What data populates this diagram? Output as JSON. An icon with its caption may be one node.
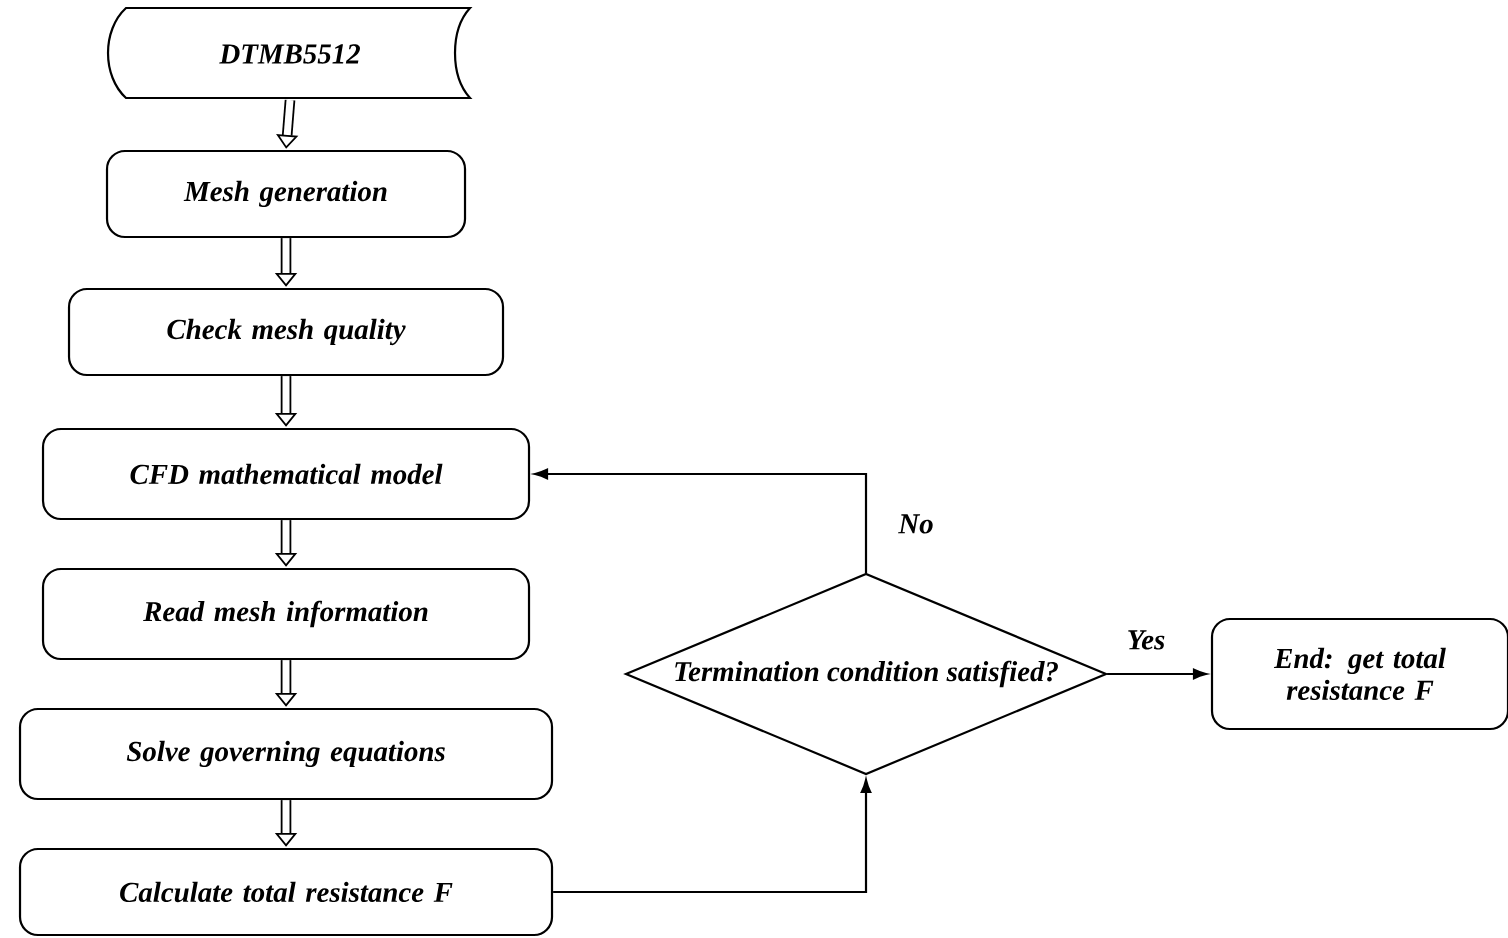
{
  "diagram": {
    "nodes": [
      {
        "text": [
          "DTMB5512"
        ]
      },
      {
        "text": [
          "Mesh generation"
        ]
      },
      {
        "text": [
          "Check mesh quality"
        ]
      },
      {
        "text": [
          "CFD mathematical model"
        ]
      },
      {
        "text": [
          "Read mesh information"
        ]
      },
      {
        "text": [
          "Solve governing equations"
        ]
      },
      {
        "text": [
          "Calculate total resistance F"
        ]
      },
      {
        "text": [
          "Termination condition satisfied?"
        ]
      },
      {
        "text": [
          "End: get total resistance F"
        ]
      }
    ],
    "edges": [
      {
        "from": 0,
        "to": 1,
        "arrow": "to"
      },
      {
        "from": 1,
        "to": 2,
        "arrow": "to"
      },
      {
        "from": 2,
        "to": 3,
        "arrow": "to"
      },
      {
        "from": 3,
        "to": 4,
        "arrow": "to"
      },
      {
        "from": 4,
        "to": 5,
        "arrow": "to"
      },
      {
        "from": 5,
        "to": 6,
        "arrow": "to"
      },
      {
        "from": 6,
        "to": 7,
        "arrow": "to"
      },
      {
        "from": 7,
        "to": 3,
        "arrow": "to",
        "label": "No"
      },
      {
        "from": 7,
        "to": 8,
        "arrow": "to",
        "label": "Yes"
      }
    ]
  }
}
